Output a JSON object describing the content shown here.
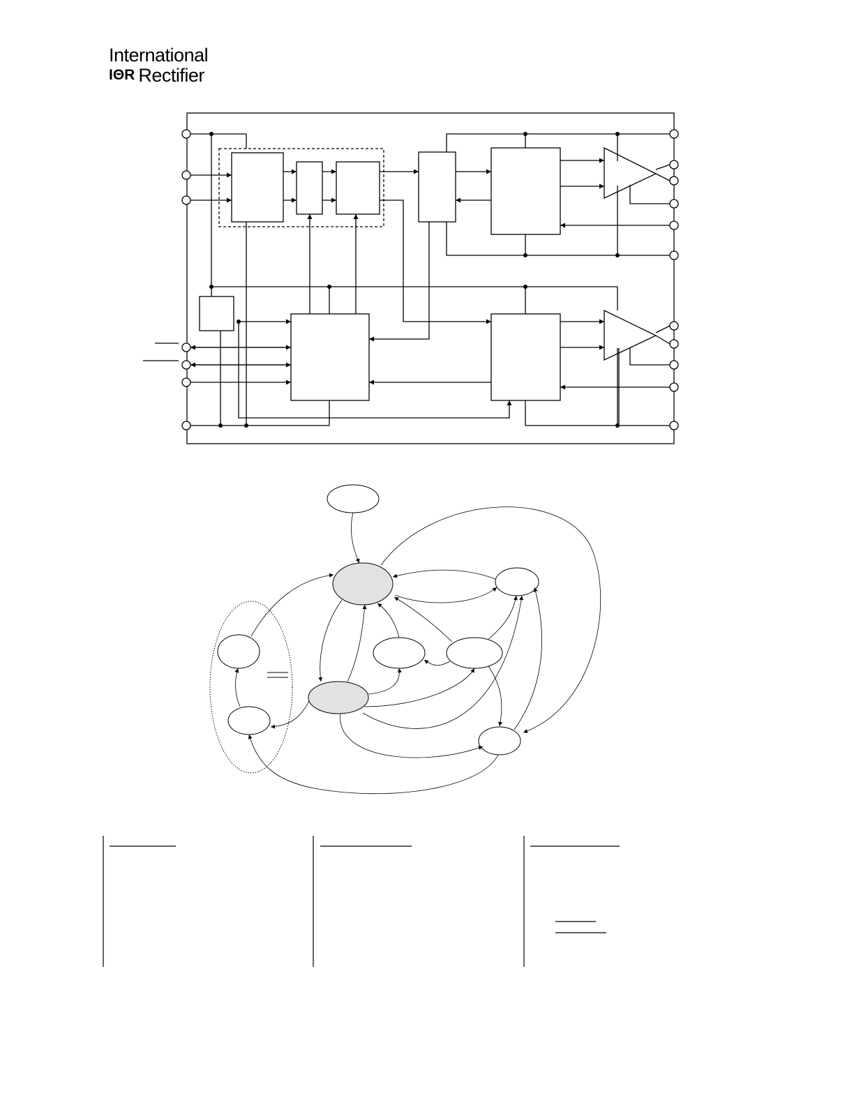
{
  "logo": {
    "line1": "International",
    "mark": "IΘR",
    "line2": "Rectifier"
  },
  "colors": {
    "ink": "#000000",
    "state_fill_highlight": "#e2e2e2",
    "background": "#ffffff"
  }
}
